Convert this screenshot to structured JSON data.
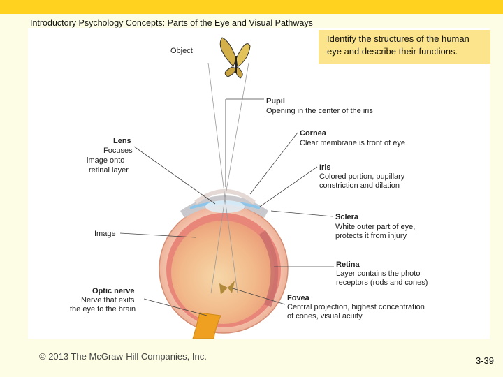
{
  "slide": {
    "title": "Introductory Psychology Concepts: Parts of the Eye and Visual Pathways",
    "objective": "Identify the structures of the human eye and describe their functions.",
    "copyright": "© 2013 The McGraw-Hill Companies, Inc.",
    "slide_number": "3-39"
  },
  "diagram": {
    "object_label": "Object",
    "image_label": "Image",
    "lens": {
      "title": "Lens",
      "desc": [
        "Focuses",
        "image onto",
        "retinal layer"
      ]
    },
    "optic_nerve": {
      "title": "Optic nerve",
      "desc": [
        "Nerve that exits",
        "the eye to the brain"
      ]
    },
    "pupil": {
      "title": "Pupil",
      "desc": [
        "Opening in the center of the iris"
      ]
    },
    "cornea": {
      "title": "Cornea",
      "desc": [
        "Clear membrane is front of eye"
      ]
    },
    "iris": {
      "title": "Iris",
      "desc": [
        "Colored portion, pupillary",
        "constriction and dilation"
      ]
    },
    "sclera": {
      "title": "Sclera",
      "desc": [
        "White outer part of eye,",
        "protects it from injury"
      ]
    },
    "retina": {
      "title": "Retina",
      "desc": [
        "Layer contains the photo",
        "receptors (rods and cones)"
      ]
    },
    "fovea": {
      "title": "Fovea",
      "desc": [
        "Central projection, highest concentration",
        "of cones, visual acuity"
      ]
    }
  },
  "colors": {
    "topbar": "#ffd21f",
    "objective_box": "#fbe48c",
    "background": "#fdfde6",
    "sclera": "#f4b49a",
    "retina": "#e98a74",
    "cornea": "#b5d7f0",
    "optic_nerve": "#f0a020"
  }
}
